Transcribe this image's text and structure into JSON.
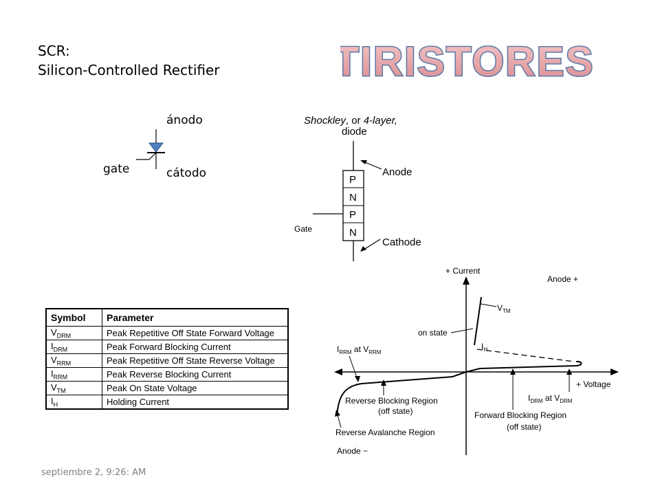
{
  "title_graphic": "TIRISTORES",
  "scr": {
    "line1": "SCR:",
    "line2": "Silicon-Controlled Rectifier"
  },
  "symbol": {
    "anode": "ánodo",
    "gate": "gate",
    "cathode": "cátodo"
  },
  "layers_diagram": {
    "title_line1_a": "Shockley",
    "title_line1_b": ", or ",
    "title_line1_c": "4-layer,",
    "title_line2": "diode",
    "layers": [
      "P",
      "N",
      "P",
      "N"
    ],
    "anode": "Anode",
    "cathode": "Cathode",
    "gate": "Gate"
  },
  "table": {
    "headers": [
      "Symbol",
      "Parameter"
    ],
    "rows": [
      {
        "sym": "V",
        "sub": "DRM",
        "param": "Peak Repetitive Off State Forward Voltage"
      },
      {
        "sym": "I",
        "sub": "DRM",
        "param": "Peak Forward Blocking Current"
      },
      {
        "sym": "V",
        "sub": "RRM",
        "param": "Peak Repetitive Off State Reverse Voltage"
      },
      {
        "sym": "I",
        "sub": "RRM",
        "param": "Peak Reverse Blocking Current"
      },
      {
        "sym": "V",
        "sub": "TM",
        "param": "Peak On State Voltage"
      },
      {
        "sym": "I",
        "sub": "H",
        "param": "Holding Current"
      }
    ]
  },
  "iv_curve": {
    "plus_current": "+ Current",
    "anode_plus": "Anode +",
    "vtm": "V",
    "vtm_sub": "TM",
    "on_state": "on state",
    "ih": "I",
    "ih_sub": "H",
    "irrm_at_vrrm": [
      "I",
      "RRM",
      " at V",
      "RRM"
    ],
    "plus_voltage": "+ Voltage",
    "reverse_blocking_1": "Reverse Blocking Region",
    "reverse_blocking_2": "(off state)",
    "idrm_at_vdrm": [
      "I",
      "DRM",
      " at V",
      "DRM"
    ],
    "forward_blocking_1": "Forward Blocking Region",
    "forward_blocking_2": "(off state)",
    "reverse_avalanche": "Reverse Avalanche Region",
    "anode_minus": "Anode −"
  },
  "footer": {
    "date": "septiembre 2, 9:26: AM"
  },
  "colors": {
    "title_fill": "#e9a5a8",
    "title_stroke": "#5a79a6",
    "diode_fill": "#4f7fbf"
  }
}
